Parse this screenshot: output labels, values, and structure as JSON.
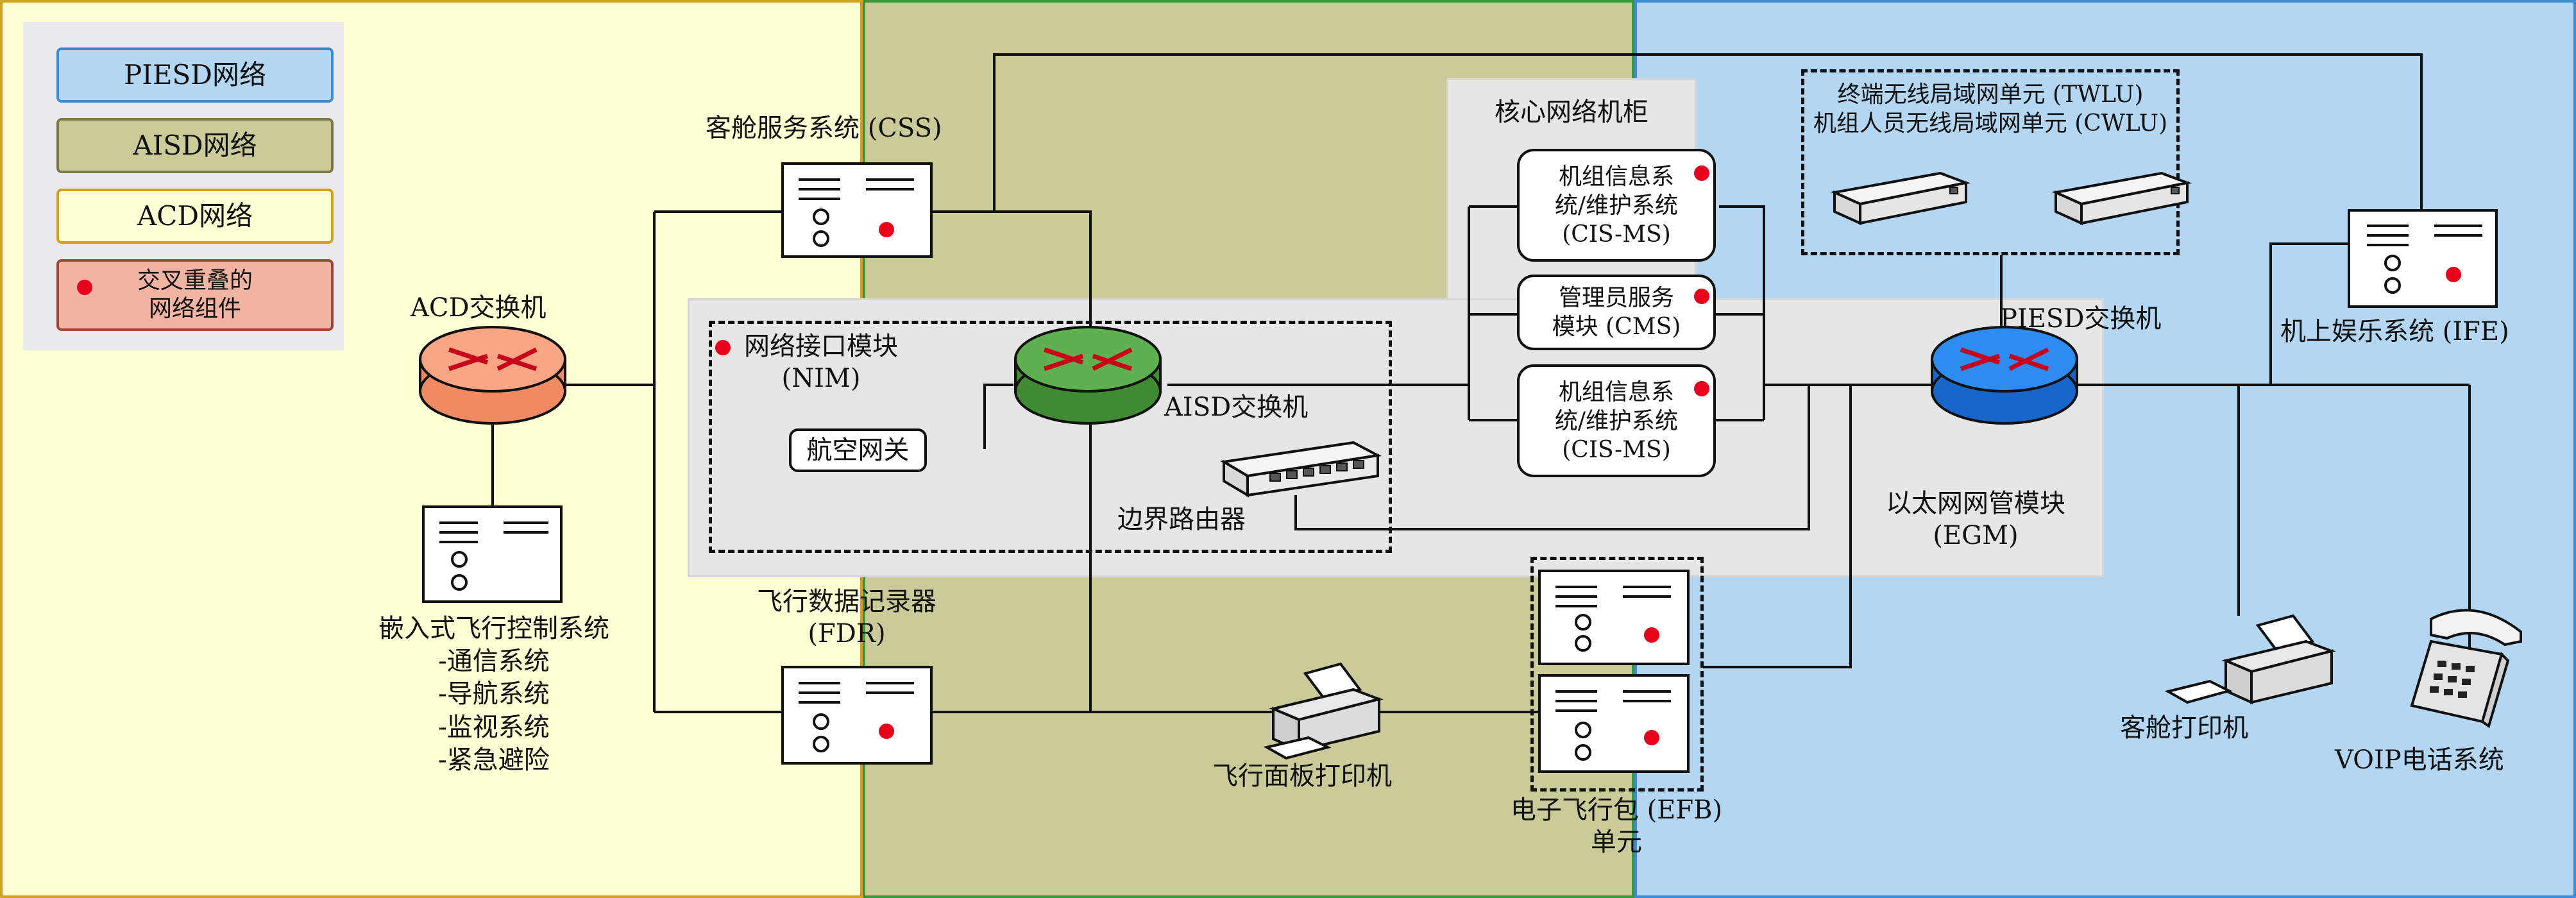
{
  "legend": {
    "piesd": "PIESD网络",
    "aisd": "AISD网络",
    "acd": "ACD网络",
    "overlap_line1": "交叉重叠的",
    "overlap_line2": "网络组件"
  },
  "nodes": {
    "acd_switch": "ACD交换机",
    "embedded": [
      "嵌入式飞行控制系统",
      "-通信系统",
      "-导航系统",
      "-监视系统",
      "-紧急避险"
    ],
    "css": "客舱服务系统 (CSS)",
    "fdr": [
      "飞行数据记录器",
      "(FDR)"
    ],
    "nim": [
      "网络接口模块",
      "(NIM)"
    ],
    "aviation_gateway": "航空网关",
    "aisd_switch": "AISD交换机",
    "border_router": "边界路由器",
    "core_cabinet": "核心网络机柜",
    "cis_ms_top": [
      "机组信息系",
      "统/维护系统",
      "(CIS-MS)"
    ],
    "cms": [
      "管理员服务",
      "模块 (CMS)"
    ],
    "cis_ms_bottom": [
      "机组信息系",
      "统/维护系统",
      "(CIS-MS)"
    ],
    "efb": [
      "电子飞行包 (EFB)",
      "单元"
    ],
    "flight_printer": "飞行面板打印机",
    "wlan": [
      "终端无线局域网单元 (TWLU)",
      "机组人员无线局域网单元 (CWLU)"
    ],
    "piesd_switch": "PIESD交换机",
    "ife": "机上娱乐系统 (IFE)",
    "egm": [
      "以太网网管模块",
      "(EGM)"
    ],
    "cabin_printer": "客舱打印机",
    "voip": "VOIP电话系统"
  },
  "colors": {
    "acd_zone": "#ffffd4",
    "aisd_zone": "#cbcb9a",
    "piesd_zone": "#b3d7f2",
    "overlap_dot": "#e8001a",
    "acd_router": "#ef8a63",
    "aisd_router": "#4b9a3c",
    "piesd_router": "#1e79e0"
  },
  "icons": [
    "router-icon",
    "server-icon",
    "switch-icon",
    "wlan-unit-icon",
    "printer-icon",
    "telephone-icon"
  ]
}
